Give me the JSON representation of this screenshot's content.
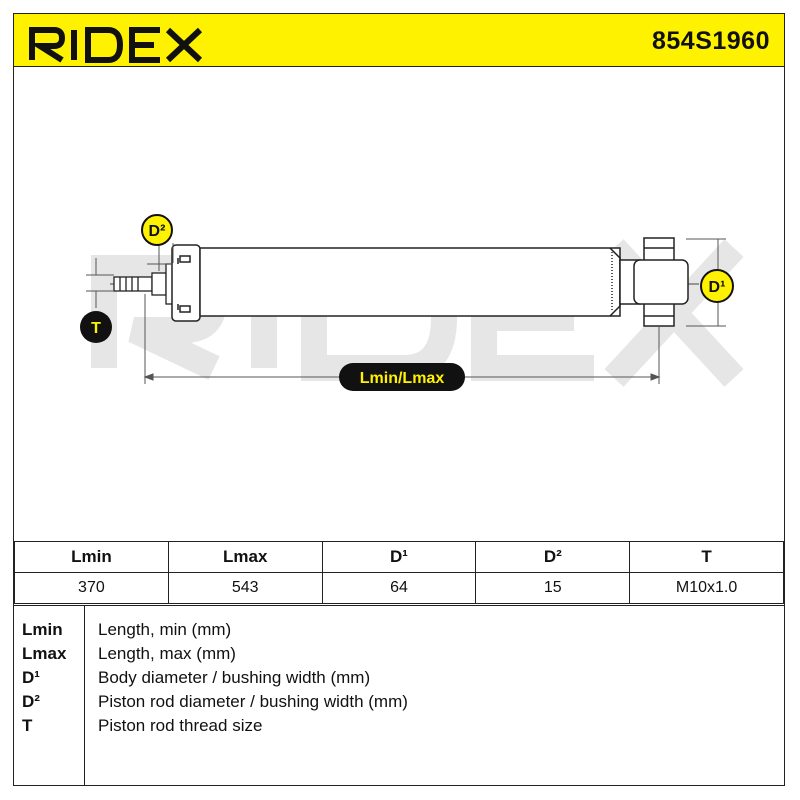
{
  "brand": {
    "name": "RIDEX",
    "part_number": "854S1960",
    "accent_color": "#FFF200"
  },
  "diagram": {
    "watermark": "RIDEX",
    "labels": {
      "d2": "D²",
      "d1": "D¹",
      "t": "T",
      "length": "Lmin/Lmax"
    }
  },
  "table": {
    "headers": [
      "Lmin",
      "Lmax",
      "D¹",
      "D²",
      "T"
    ],
    "values": [
      "370",
      "543",
      "64",
      "15",
      "M10x1.0"
    ]
  },
  "legend": [
    {
      "key": "Lmin",
      "desc": "Length, min (mm)"
    },
    {
      "key": "Lmax",
      "desc": "Length, max (mm)"
    },
    {
      "key": "D¹",
      "desc": "Body diameter / bushing width (mm)"
    },
    {
      "key": "D²",
      "desc": "Piston rod diameter / bushing width (mm)"
    },
    {
      "key": "T",
      "desc": "Piston rod thread size"
    }
  ]
}
